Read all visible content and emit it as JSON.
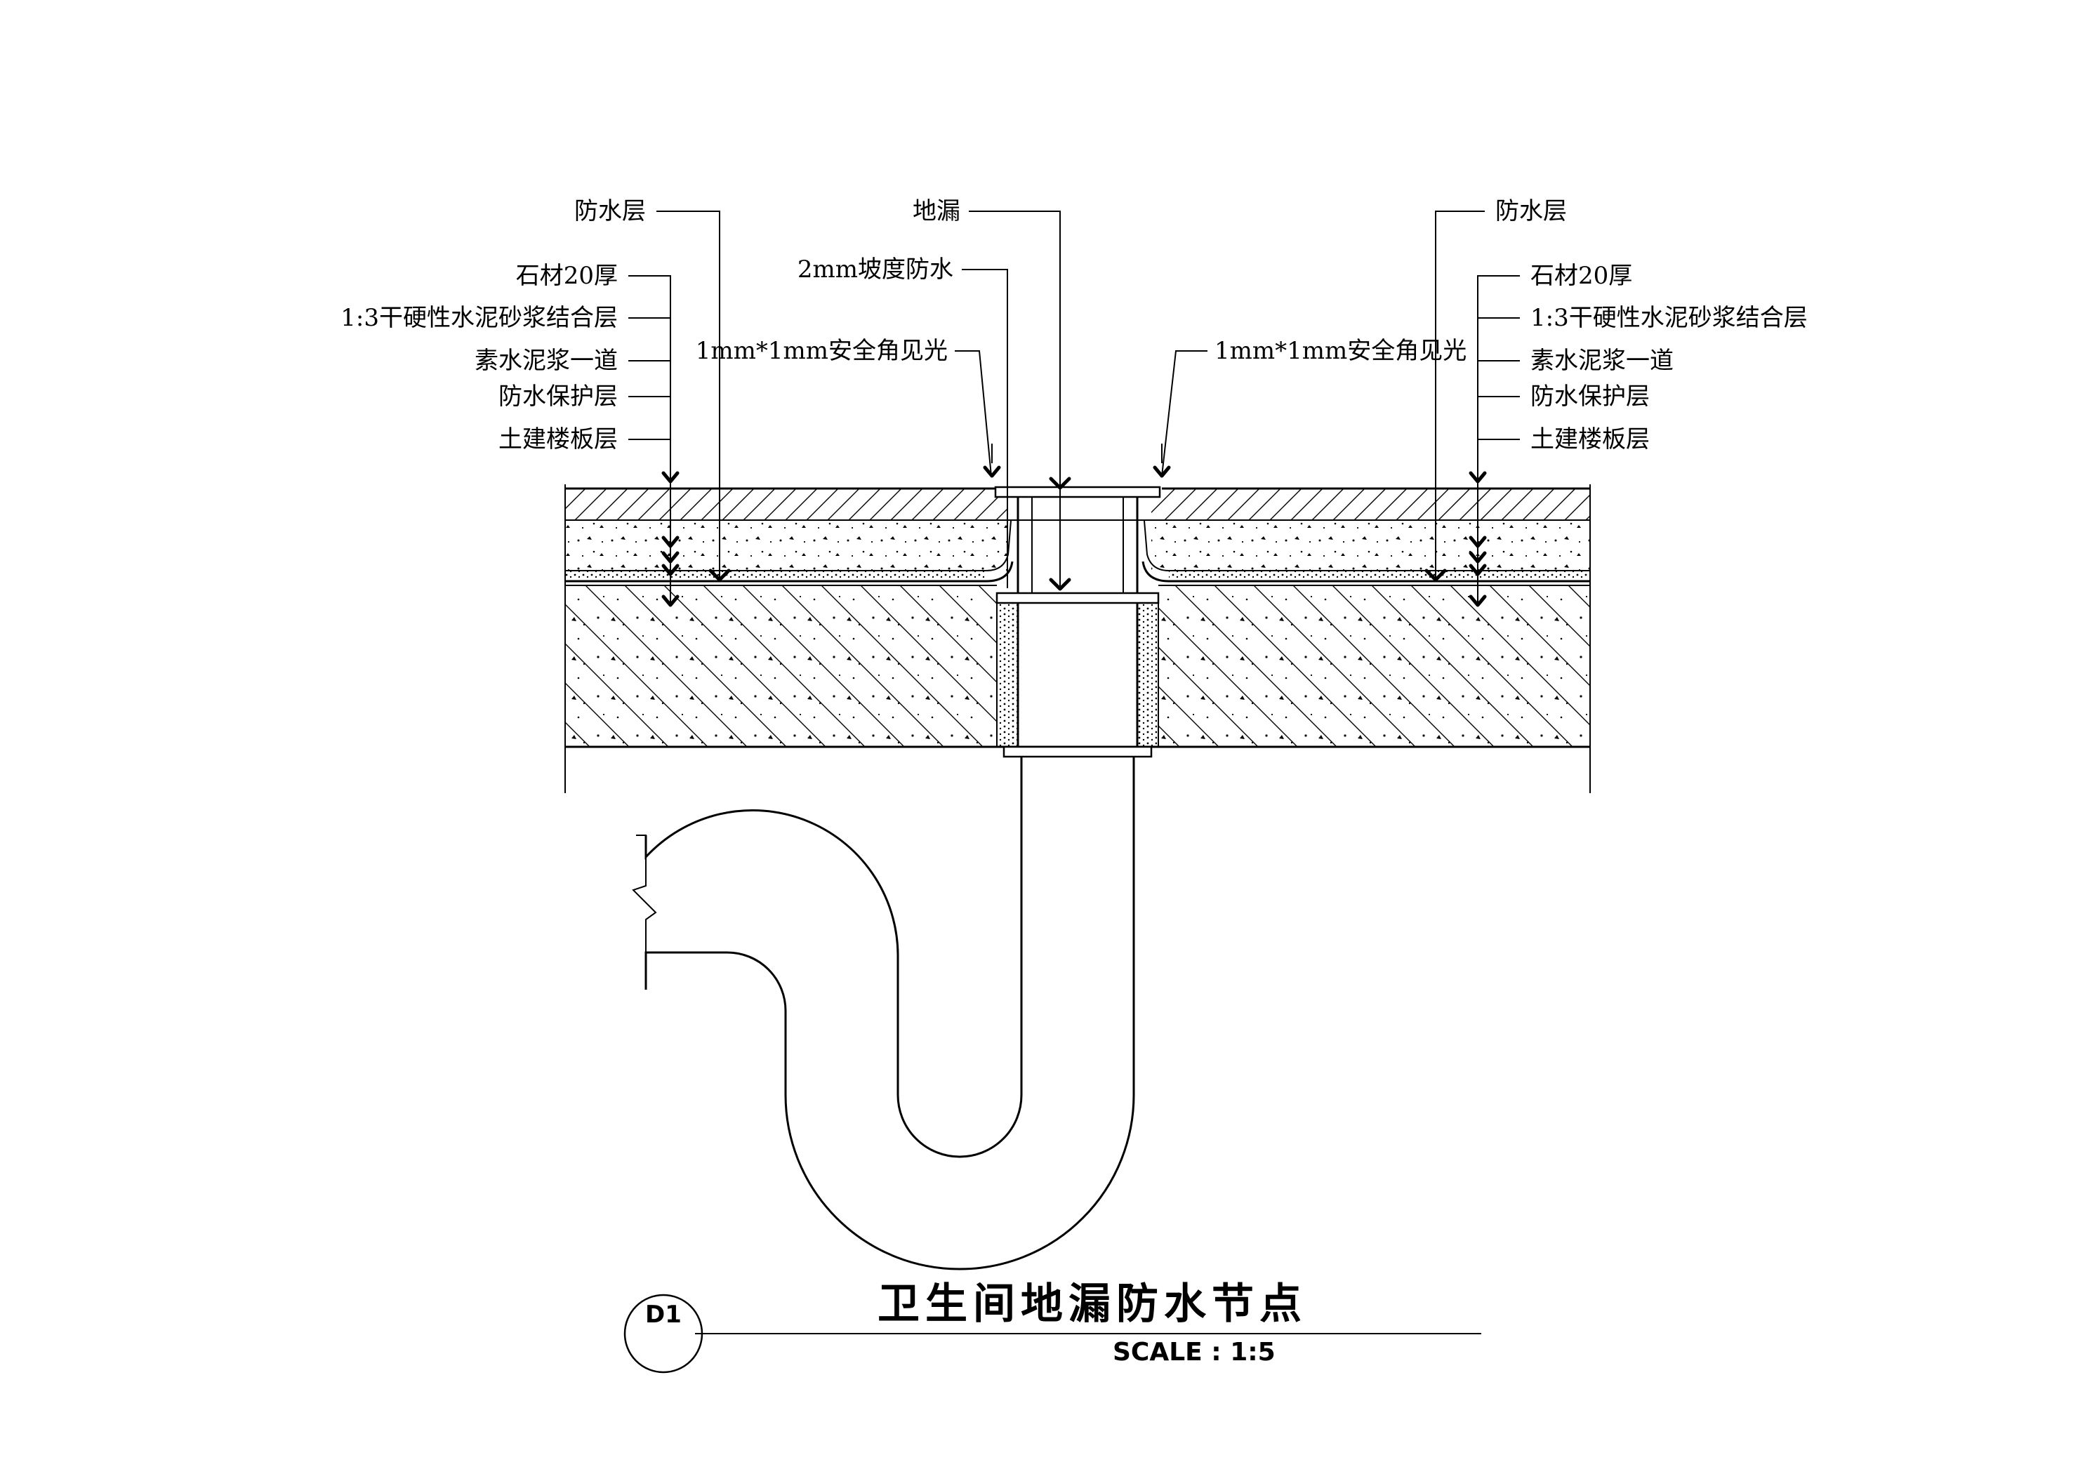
{
  "labels_left": [
    "防水层",
    "石材20厚",
    "1:3干硬性水泥砂浆结合层",
    "素水泥浆一道",
    "防水保护层",
    "土建楼板层"
  ],
  "labels_right": [
    "防水层",
    "石材20厚",
    "1:3干硬性水泥砂浆结合层",
    "素水泥浆一道",
    "防水保护层",
    "土建楼板层"
  ],
  "labels_center": {
    "floor_drain": "地漏",
    "slope_waterproof": "2mm坡度防水",
    "safety_corner_left": "1mm*1mm安全角见光",
    "safety_corner_right": "1mm*1mm安全角见光"
  },
  "title_block": {
    "badge": "D1",
    "title": "卫生间地漏防水节点",
    "scale": "SCALE :  1:5"
  },
  "colors": {
    "ink": "#000000",
    "paper": "#ffffff"
  }
}
